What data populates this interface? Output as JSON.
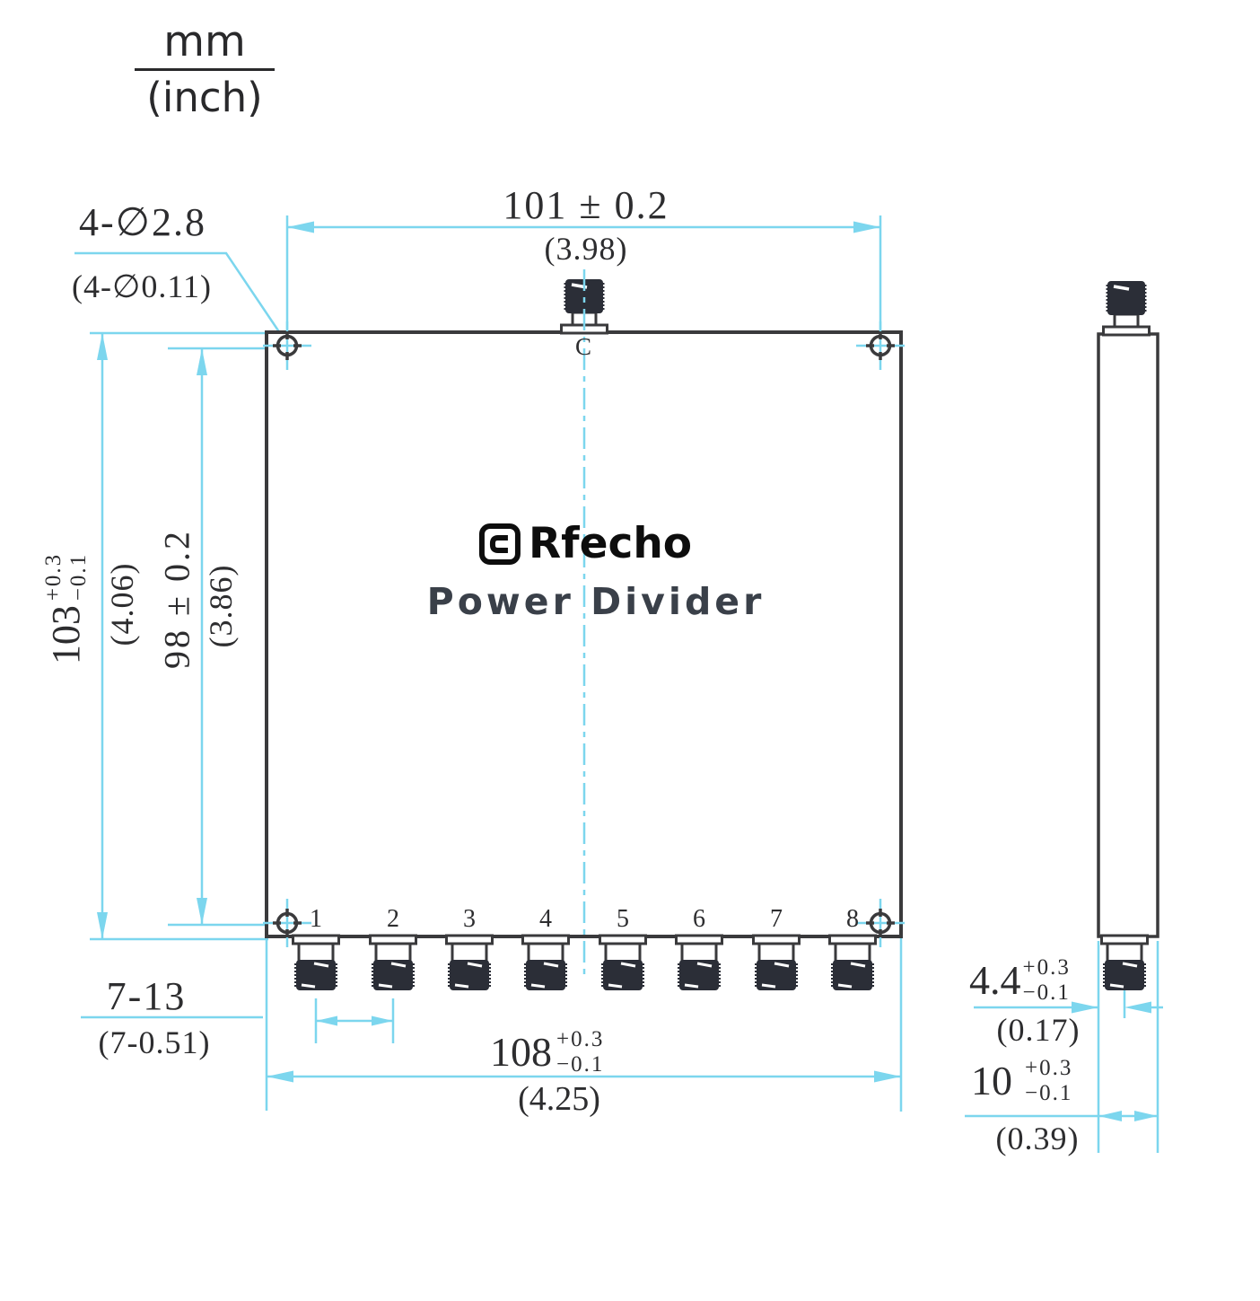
{
  "units": {
    "numerator": "mm",
    "denominator": "(inch)"
  },
  "logo": {
    "brand": "Rfecho",
    "product": "Power Divider"
  },
  "ports": {
    "input_label": "C",
    "output_labels": [
      "1",
      "2",
      "3",
      "4",
      "5",
      "6",
      "7",
      "8"
    ]
  },
  "dims": {
    "mounting_holes": {
      "mm": "4-∅2.8",
      "inch": "(4-∅0.11)"
    },
    "hole_span_width": {
      "mm": "101 ± 0.2",
      "inch": "(3.98)"
    },
    "overall_height": {
      "mm": "103",
      "tol_plus": "+0.3",
      "tol_minus": "−0.1",
      "inch": "(4.06)"
    },
    "hole_span_height": {
      "mm": "98 ± 0.2",
      "inch": "(3.86)"
    },
    "port_pitch": {
      "mm": "7-13",
      "inch": "(7-0.51)"
    },
    "overall_width": {
      "mm": "108",
      "tol_plus": "+0.3",
      "tol_minus": "−0.1",
      "inch": "(4.25)"
    },
    "connector_offset": {
      "mm": "4.4",
      "tol_plus": "+0.3",
      "tol_minus": "−0.1",
      "inch": "(0.17)"
    },
    "body_thickness": {
      "mm": "10",
      "tol_plus": "+0.3",
      "tol_minus": "−0.1",
      "inch": "(0.39)"
    }
  },
  "colors": {
    "dimension_line": "#7cd6ee",
    "outline": "#3a3a3c",
    "connector_fill": "#2b2e37",
    "text": "#2d2d2f"
  }
}
